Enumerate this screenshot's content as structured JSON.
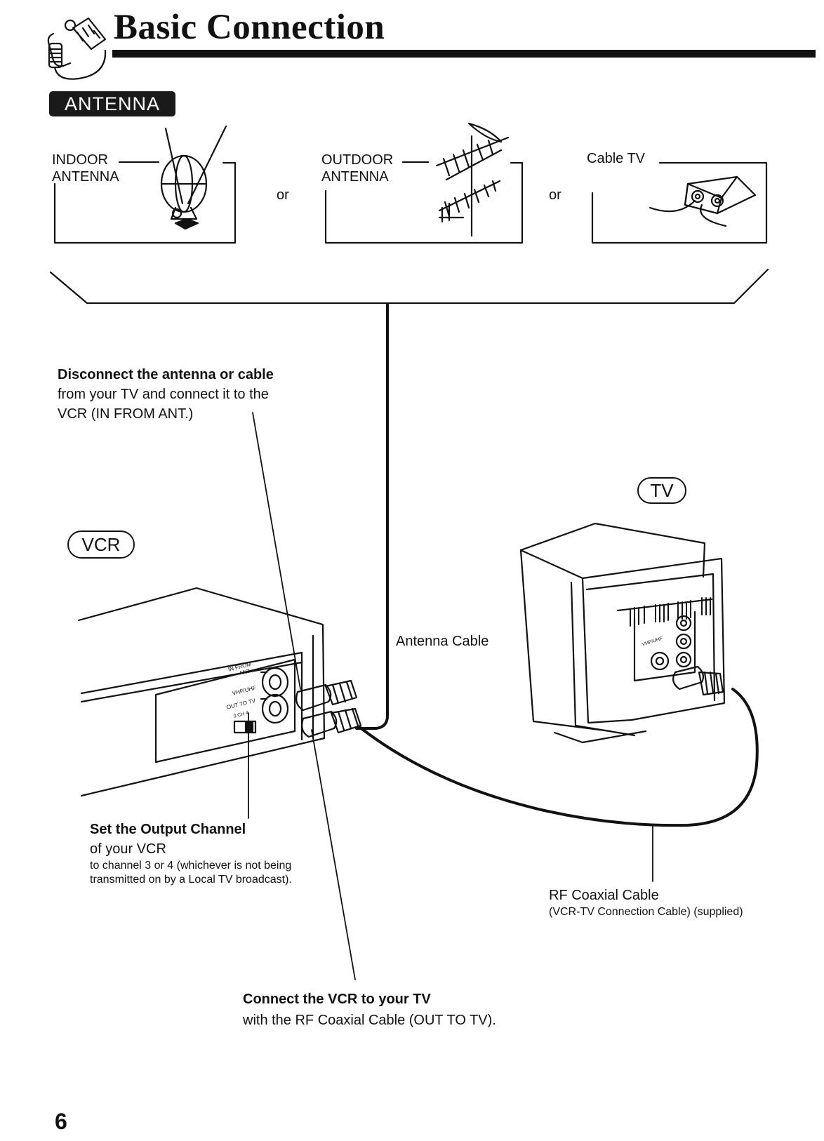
{
  "header": {
    "title": "Basic Connection",
    "section_badge": "ANTENNA"
  },
  "sources": {
    "indoor": [
      "INDOOR",
      "ANTENNA"
    ],
    "outdoor": [
      "OUTDOOR",
      "ANTENNA"
    ],
    "cable": "Cable TV",
    "separator": "or"
  },
  "devices": {
    "vcr": "VCR",
    "tv": "TV"
  },
  "vcr_panel": {
    "in_from_ant": [
      "IN FROM",
      "ANT."
    ],
    "vhf_uhf": "VHF/UHF",
    "out_to_tv": "OUT TO TV",
    "channel": "3  CH  4"
  },
  "tv_panel": {
    "vhf_uhf": "VHF/UHF"
  },
  "callouts": {
    "disconnect": {
      "heading": "Disconnect the antenna or cable",
      "lines": [
        "from your TV and connect it to the",
        "VCR (IN FROM ANT.)"
      ]
    },
    "antenna_cable": "Antenna Cable",
    "output_channel": {
      "heading": "Set the Output Channel",
      "line": "of your VCR",
      "note": [
        "to channel 3 or 4 (whichever is not being",
        "transmitted on by a Local TV broadcast)."
      ]
    },
    "rf_cable": {
      "title": "RF Coaxial Cable",
      "note": "(VCR-TV Connection Cable) (supplied)"
    },
    "connect": {
      "heading": "Connect the VCR to your TV",
      "line": "with the RF Coaxial Cable (OUT TO TV)."
    }
  },
  "page_number": "6"
}
